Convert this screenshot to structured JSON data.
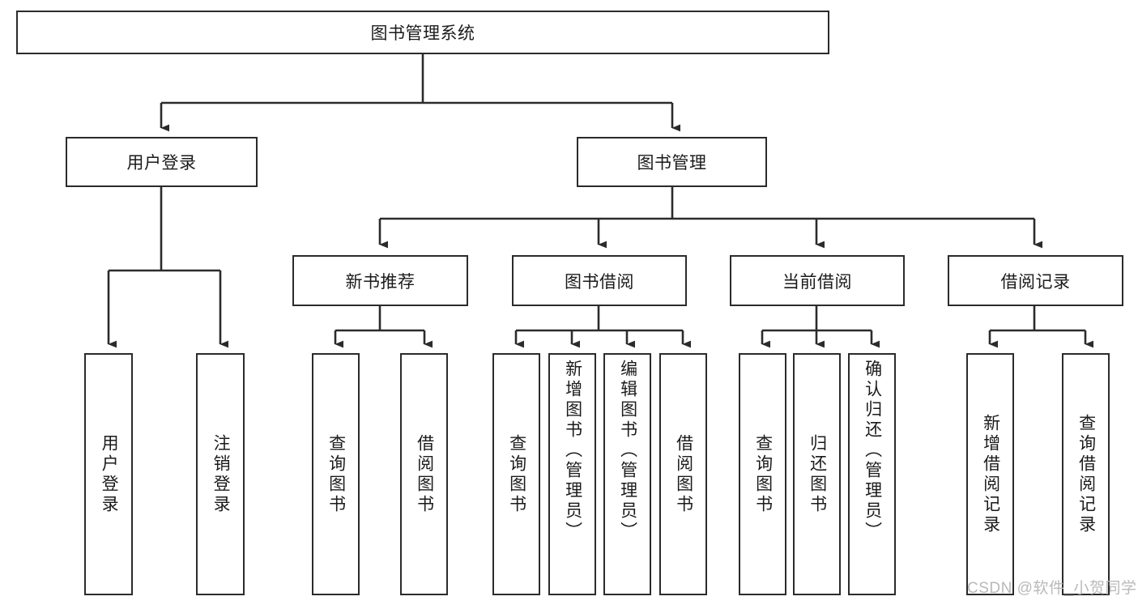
{
  "diagram": {
    "title": "图书管理系统",
    "type": "hierarchy-tree",
    "root": {
      "label": "图书管理系统"
    },
    "level2": [
      {
        "label": "用户登录"
      },
      {
        "label": "图书管理"
      }
    ],
    "level3": [
      {
        "label": "新书推荐"
      },
      {
        "label": "图书借阅"
      },
      {
        "label": "当前借阅"
      },
      {
        "label": "借阅记录"
      }
    ],
    "leaves": {
      "user_login": [
        {
          "label": "用户登录"
        },
        {
          "label": "注销登录"
        }
      ],
      "new_book_recommend": [
        {
          "label": "查询图书"
        },
        {
          "label": "借阅图书"
        }
      ],
      "book_borrow": [
        {
          "label": "查询图书"
        },
        {
          "label": "新增图书（管理员）"
        },
        {
          "label": "编辑图书（管理员）"
        },
        {
          "label": "借阅图书"
        }
      ],
      "current_borrow": [
        {
          "label": "查询图书"
        },
        {
          "label": "归还图书"
        },
        {
          "label": "确认归还（管理员）"
        }
      ],
      "borrow_record": [
        {
          "label": "新增借阅记录"
        },
        {
          "label": "查询借阅记录"
        }
      ]
    }
  },
  "watermark": {
    "text": "CSDN @软件_小贺同学"
  },
  "colors": {
    "border": "#2b2b2b",
    "text": "#1b1b1b",
    "background": "#ffffff",
    "watermark": "#b9b9b9"
  }
}
